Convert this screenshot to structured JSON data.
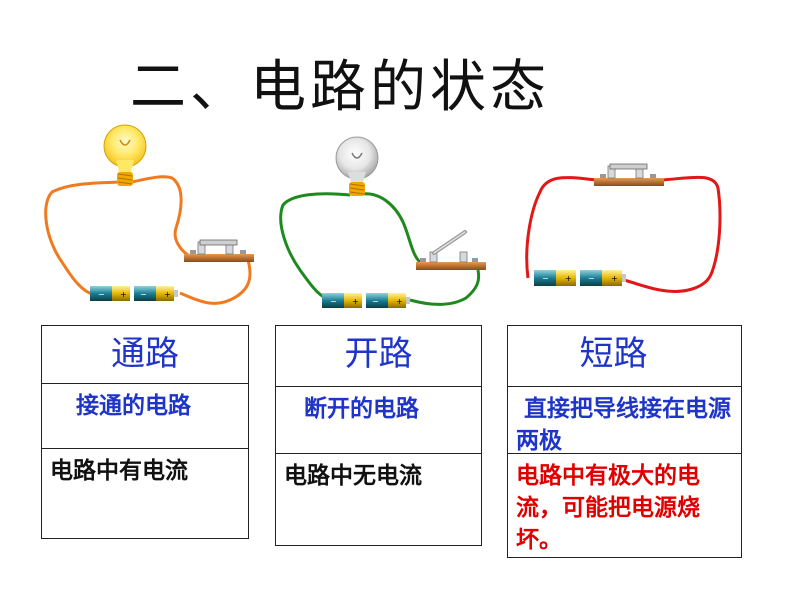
{
  "title": "二、电路的状态",
  "colors": {
    "closed_wire": "#f07a20",
    "open_wire": "#1e8a1e",
    "short_wire": "#e01818",
    "header_text": "#1f35c9",
    "warning_text": "#e00000"
  },
  "circuits": [
    {
      "state": "closed",
      "bulb": "lit",
      "switch": "closed"
    },
    {
      "state": "open",
      "bulb": "unlit",
      "switch": "open"
    },
    {
      "state": "short",
      "bulb": "none",
      "switch": "closed"
    }
  ],
  "cards": [
    {
      "header": "通路",
      "definition": "接通的电路",
      "result": "电路中有电流"
    },
    {
      "header": "开路",
      "definition": "断开的电路",
      "result": "电路中无电流"
    },
    {
      "header": "短路",
      "definition": " 直接把导线接在电源两极",
      "result": "电路中有极大的电流，可能把电源烧坏。"
    }
  ]
}
